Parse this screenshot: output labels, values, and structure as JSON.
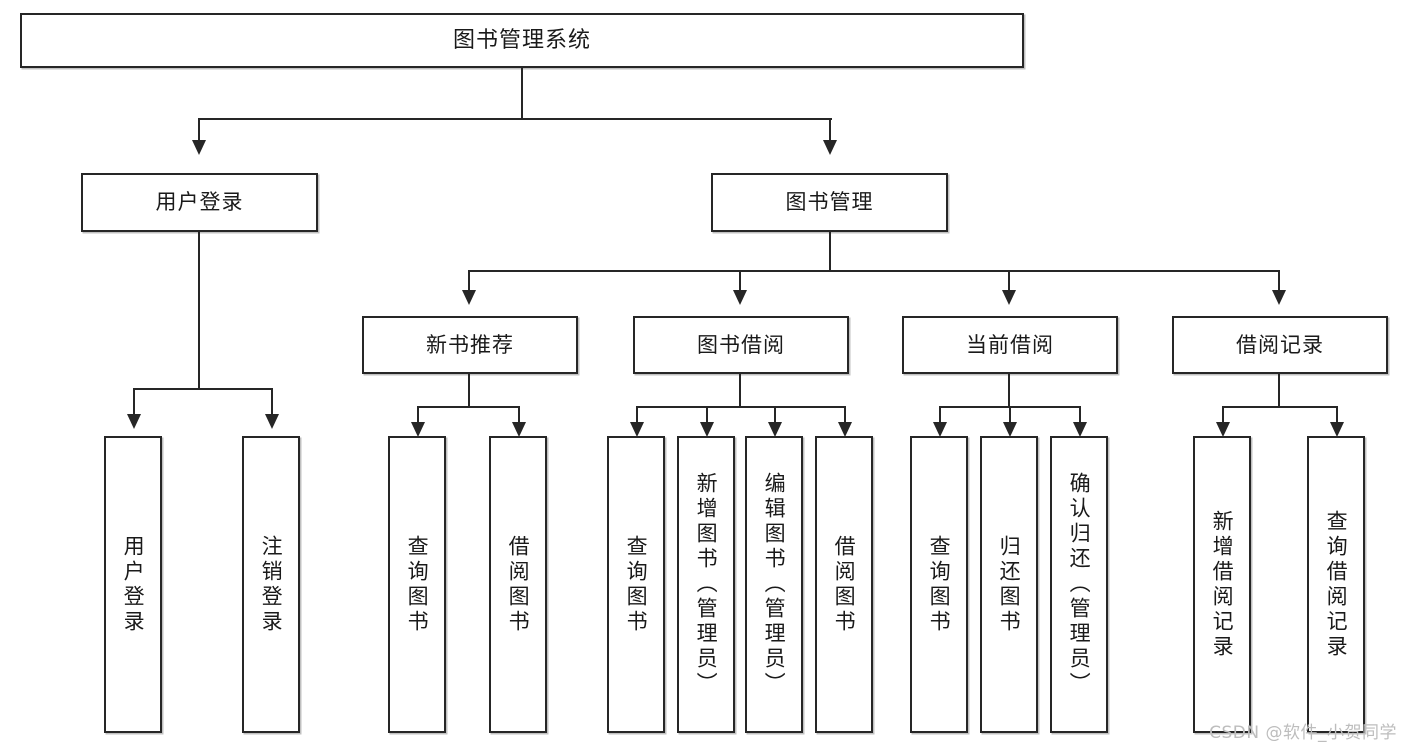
{
  "diagram": {
    "title": "图书管理系统",
    "watermark": "CSDN @软件_小贺同学",
    "root": {
      "label": "图书管理系统"
    },
    "level2": [
      {
        "label": "用户登录"
      },
      {
        "label": "图书管理"
      }
    ],
    "level3": [
      {
        "label": "新书推荐"
      },
      {
        "label": "图书借阅"
      },
      {
        "label": "当前借阅"
      },
      {
        "label": "借阅记录"
      }
    ],
    "leaves": {
      "user_login": [
        {
          "label": "用户登录"
        },
        {
          "label": "注销登录"
        }
      ],
      "new_book": [
        {
          "label": "查询图书"
        },
        {
          "label": "借阅图书"
        }
      ],
      "book_borrow": [
        {
          "label": "查询图书"
        },
        {
          "label": "新增图书（管理员）"
        },
        {
          "label": "编辑图书（管理员）"
        },
        {
          "label": "借阅图书"
        }
      ],
      "current_borrow": [
        {
          "label": "查询图书"
        },
        {
          "label": "归还图书"
        },
        {
          "label": "确认归还（管理员）"
        }
      ],
      "borrow_record": [
        {
          "label": "新增借阅记录"
        },
        {
          "label": "查询借阅记录"
        }
      ]
    }
  },
  "colors": {
    "stroke": "#262626",
    "background": "#ffffff",
    "watermark": "#bdbdbd"
  }
}
